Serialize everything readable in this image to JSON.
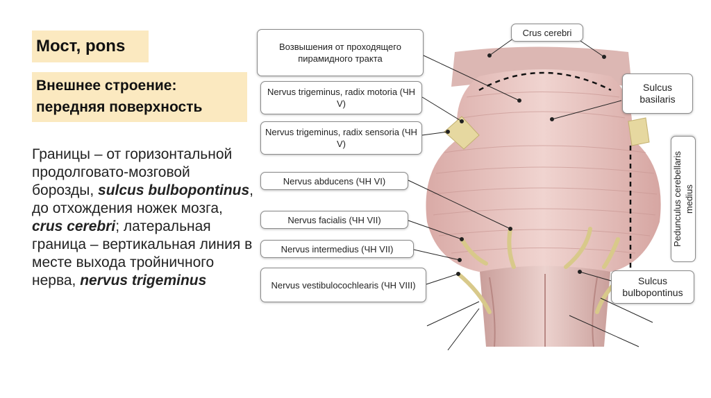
{
  "title": "Мост, pons",
  "subtitle_line1": "Внешнее строение:",
  "subtitle_line2": "передняя поверхность",
  "body": {
    "p1": "Границы – от горизонтальной продолговато-мозговой борозды, ",
    "t1": "sulcus bulbopontinus",
    "p2": ", до отхождения ножек мозга, ",
    "t2": "crus cerebri",
    "p3": "; латеральная граница – вертикальная линия в месте выхода тройничного нерва, ",
    "t3": "nervus trigeminus"
  },
  "labels": {
    "crus_cerebri": "Crus cerebri",
    "pyramidal": "Возвышения от проходящего пирамидного тракта",
    "trig_motor": "Nervus trigeminus, radix motoria (ЧН V)",
    "trig_sensory": "Nervus trigeminus, radix sensoria (ЧН V)",
    "abducens": "Nervus abducens (ЧН VI)",
    "facialis": "Nervus facialis (ЧН VII)",
    "intermedius": "Nervus intermedius (ЧН VII)",
    "vestibulo": "Nervus vestibulocochlearis (ЧН VIII)",
    "sulcus_basilaris": "Sulcus basilaris",
    "peduncle": "Pedunculus cerebellaris medius",
    "sulcus_bulbo": "Sulcus bulbopontinus"
  },
  "colors": {
    "highlight": "#fbe9c0",
    "pons": "#e8c4c0",
    "nerve": "#e6d8a0"
  }
}
